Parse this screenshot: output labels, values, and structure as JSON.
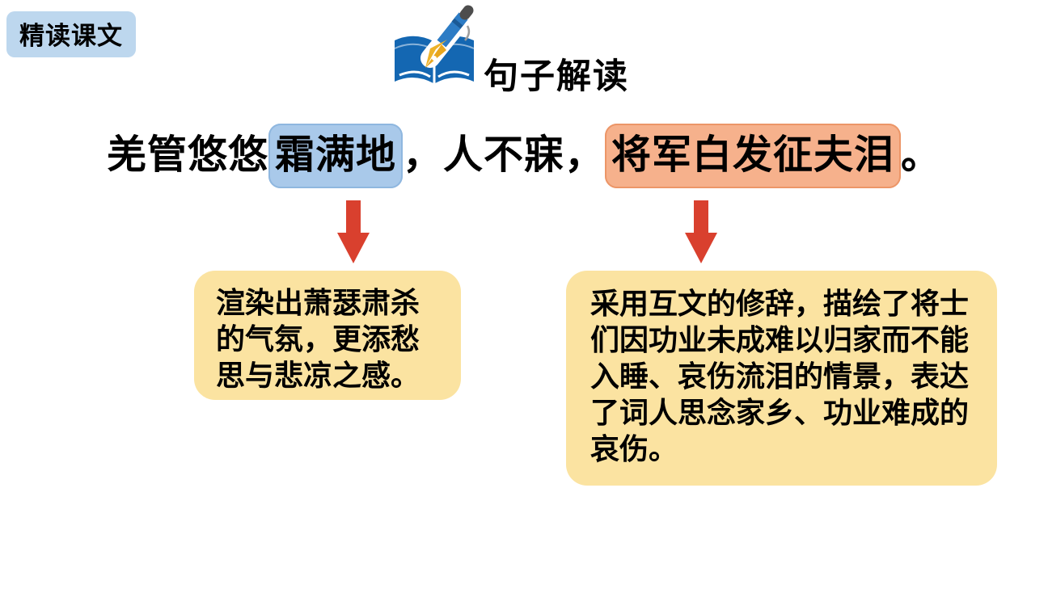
{
  "badge": {
    "label": "精读课文",
    "bg": "#bdd7ee"
  },
  "header": {
    "title": "句子解读",
    "icon": "book-pen-icon",
    "icon_book_color": "#1467b2",
    "icon_pen_color": "#2d7cc5",
    "icon_nib_color": "#edb32a"
  },
  "sentence": {
    "prefix": "羌管悠悠",
    "highlight_blue": "霜满地",
    "middle": "，人不寐，",
    "highlight_orange": "将军白发征夫泪",
    "suffix": "。",
    "blue_bg": "#a9c9ea",
    "orange_bg": "#f6b18c"
  },
  "annotations": {
    "arrow_color": "#d9402e",
    "box_bg": "#fbe3a1",
    "left": {
      "text": "渲染出萧瑟肃杀\n的气氛，更添愁\n思与悲凉之感。"
    },
    "right": {
      "text": "采用互文的修辞，描绘了将士\n们因功业未成难以归家而不能\n入睡、哀伤流泪的情景，表达\n了词人思念家乡、功业难成的\n哀伤。"
    }
  }
}
